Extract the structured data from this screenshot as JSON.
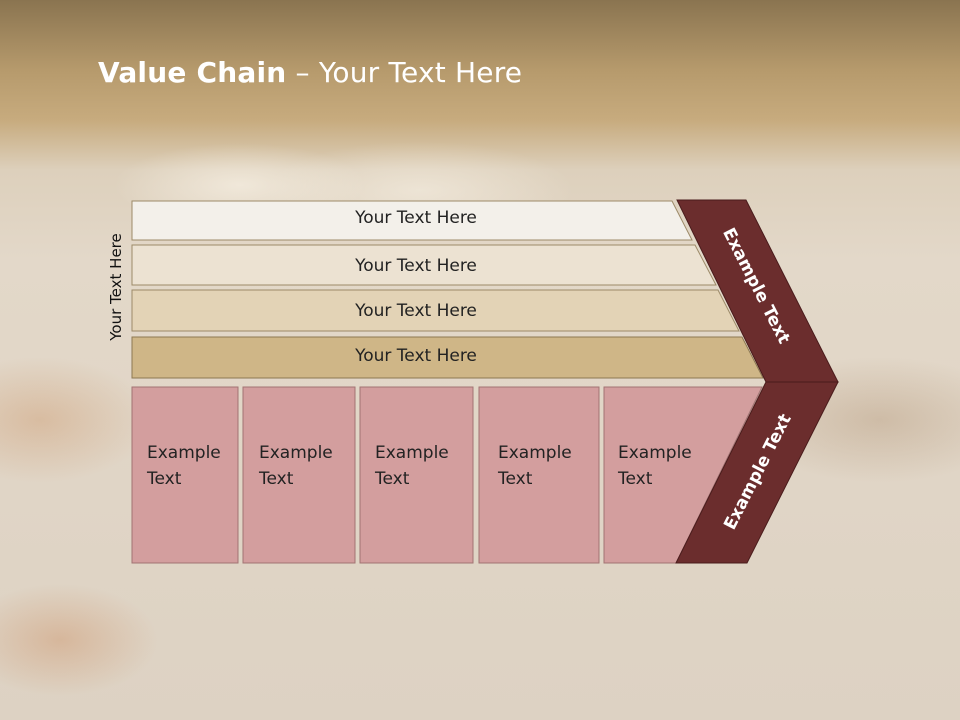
{
  "slide": {
    "title_bold": "Value Chain",
    "title_rest": " – Your Text Here",
    "side_label": "Your Text Here",
    "bands": [
      "Your Text Here",
      "Your Text Here",
      "Your Text Here",
      "Your Text Here"
    ],
    "boxes": [
      {
        "line1": "Example",
        "line2": "Text"
      },
      {
        "line1": "Example",
        "line2": "Text"
      },
      {
        "line1": "Example",
        "line2": "Text"
      },
      {
        "line1": "Example",
        "line2": "Text"
      },
      {
        "line1": "Example",
        "line2": "Text"
      }
    ],
    "chevron_top": "Example Text",
    "chevron_bottom": "Example Text"
  },
  "colors": {
    "band_1": "#f3f0ea",
    "band_2": "#ece2d2",
    "band_3": "#e3d3b6",
    "band_4": "#cfb687",
    "box_fill": "#d39e9e",
    "chevron": "#6b2d2d"
  }
}
